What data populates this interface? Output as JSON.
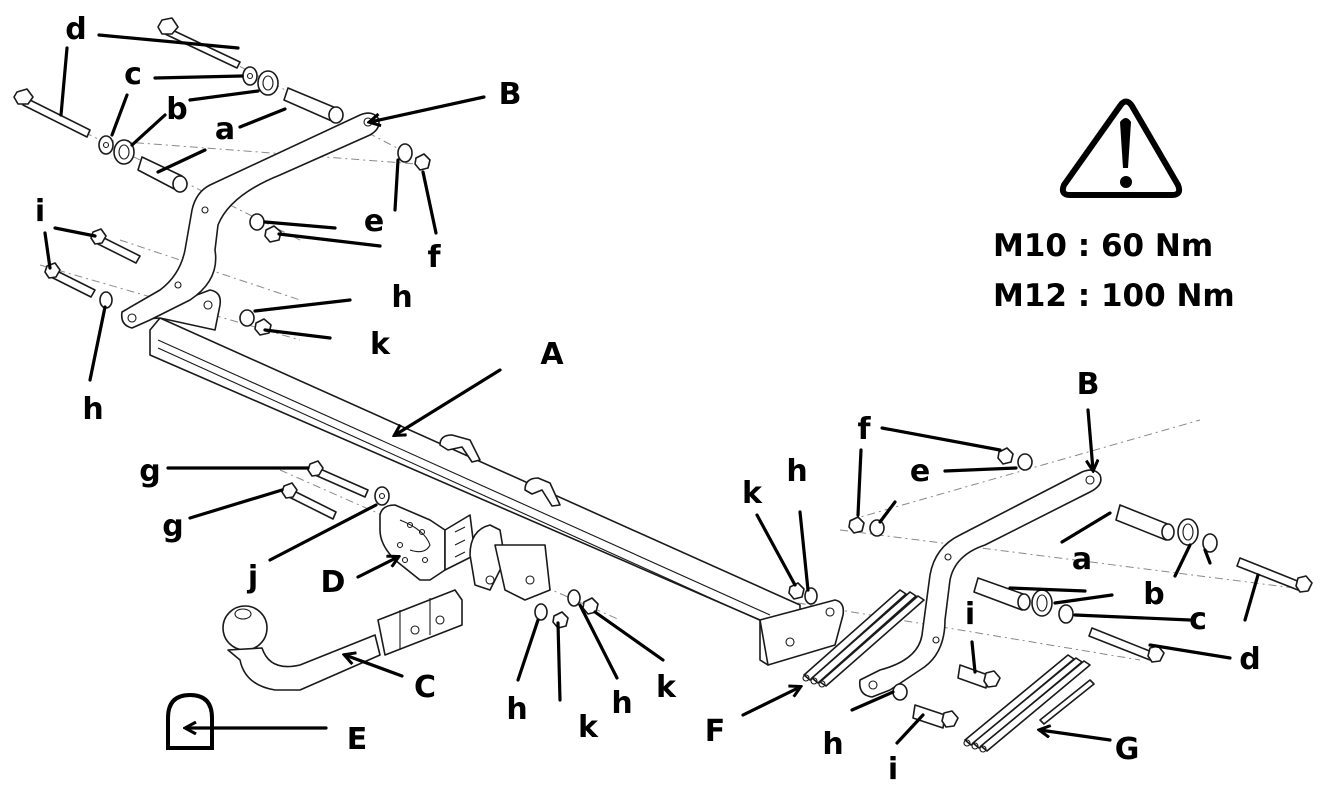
{
  "diagram": {
    "title": "Tow bar exploded assembly",
    "warning": {
      "icon": "warning-triangle-icon",
      "torque": [
        {
          "bolt": "M10",
          "sep": ":",
          "value": "60 Nm",
          "text": "M10 : 60 Nm"
        },
        {
          "bolt": "M12",
          "sep": ":",
          "value": "100 Nm",
          "text": "M12 : 100 Nm"
        }
      ]
    },
    "parts": {
      "A": "A",
      "B": "B",
      "C": "C",
      "D": "D",
      "E": "E",
      "F": "F",
      "G": "G",
      "a": "a",
      "b": "b",
      "c": "c",
      "d": "d",
      "e": "e",
      "f": "f",
      "g": "g",
      "h": "h",
      "i": "i",
      "j": "j",
      "k": "k"
    },
    "callouts": [
      {
        "id": "d-tl1",
        "text": "d"
      },
      {
        "id": "c-tl",
        "text": "c"
      },
      {
        "id": "b-tl",
        "text": "b"
      },
      {
        "id": "a-tl",
        "text": "a"
      },
      {
        "id": "B-l",
        "text": "B"
      },
      {
        "id": "e-tl",
        "text": "e"
      },
      {
        "id": "f-tl",
        "text": "f"
      },
      {
        "id": "i-tl",
        "text": "i"
      },
      {
        "id": "h-tl1",
        "text": "h"
      },
      {
        "id": "k-tl",
        "text": "k"
      },
      {
        "id": "h-tl2",
        "text": "h"
      },
      {
        "id": "A",
        "text": "A"
      },
      {
        "id": "g-1",
        "text": "g"
      },
      {
        "id": "g-2",
        "text": "g"
      },
      {
        "id": "j",
        "text": "j"
      },
      {
        "id": "D",
        "text": "D"
      },
      {
        "id": "C",
        "text": "C"
      },
      {
        "id": "E",
        "text": "E"
      },
      {
        "id": "h-c1",
        "text": "h"
      },
      {
        "id": "k-c1",
        "text": "k"
      },
      {
        "id": "h-c2",
        "text": "h"
      },
      {
        "id": "k-c2",
        "text": "k"
      },
      {
        "id": "k-r",
        "text": "k"
      },
      {
        "id": "h-r",
        "text": "h"
      },
      {
        "id": "f-r",
        "text": "f"
      },
      {
        "id": "e-r",
        "text": "e"
      },
      {
        "id": "B-r",
        "text": "B"
      },
      {
        "id": "a-r",
        "text": "a"
      },
      {
        "id": "b-r",
        "text": "b"
      },
      {
        "id": "c-r",
        "text": "c"
      },
      {
        "id": "d-r",
        "text": "d"
      },
      {
        "id": "i-r1",
        "text": "i"
      },
      {
        "id": "F",
        "text": "F"
      },
      {
        "id": "h-r2",
        "text": "h"
      },
      {
        "id": "i-r2",
        "text": "i"
      },
      {
        "id": "G",
        "text": "G"
      }
    ],
    "colors": {
      "ink": "#000000",
      "line": "#1a1a1a",
      "axis": "#8a8a8a",
      "background": "#ffffff"
    }
  }
}
